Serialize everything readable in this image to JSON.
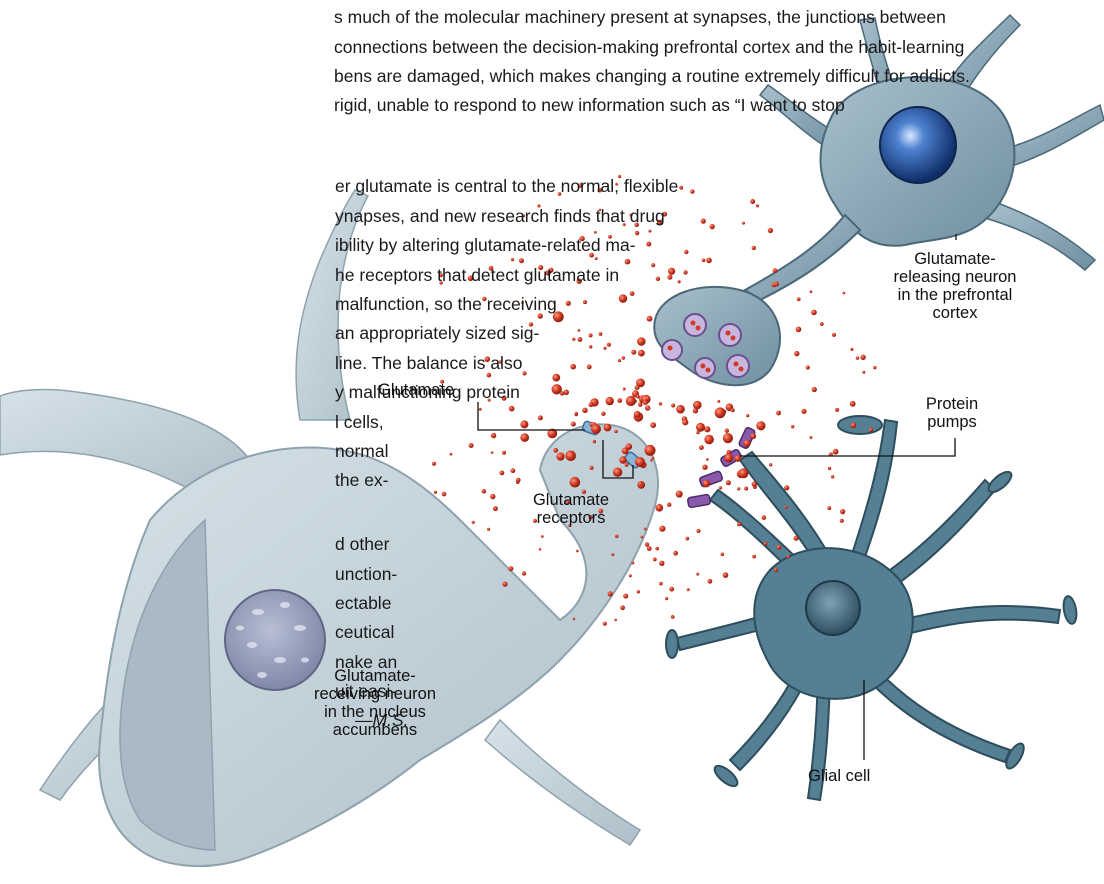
{
  "article": {
    "lines": [
      "s much of the molecular machinery present at synapses, the junctions between",
      "connections between the decision-making prefrontal cortex and the habit-learning",
      "bens are damaged, which makes changing a routine extremely difficult for addicts.",
      "rigid, unable to respond to new information such as “I want to stop",
      "er glutamate is central to the normal, flexible",
      "ynapses, and new research finds that drug",
      "ibility by altering glutamate-related ma-",
      "he receptors that detect glutamate in",
      "malfunction, so the receiving",
      "an appropriately sized sig-",
      "line. The balance is also",
      "y malfunctioning protein",
      "l cells,",
      "normal",
      "the ex-",
      "d other",
      "unction-",
      "ectable",
      "ceutical",
      "nake an",
      "uit easi-",
      "—M.S."
    ]
  },
  "labels": {
    "glutamate": "Glutamate",
    "releasing_neuron": [
      "Glutamate-",
      "releasing neuron",
      "in the prefrontal",
      "cortex"
    ],
    "protein_pumps": [
      "Protein",
      "pumps"
    ],
    "receptors": [
      "Glutamate",
      "receptors"
    ],
    "receiving_neuron": [
      "Glutamate-",
      "receiving neuron",
      "in the nucleus",
      "accumbens"
    ],
    "glial_cell": "Glial cell"
  },
  "colors": {
    "neuron_fill": "#c6d5dd",
    "neuron_shadow": "#a9bcc7",
    "top_neuron": "#7f9fb0",
    "nucleus_blue": "#1f4f9a",
    "glial": "#557f93",
    "glutamate_red": "#d23a24",
    "pump_purple": "#7a4a99",
    "receptor_blue": "#8ab4d8"
  }
}
